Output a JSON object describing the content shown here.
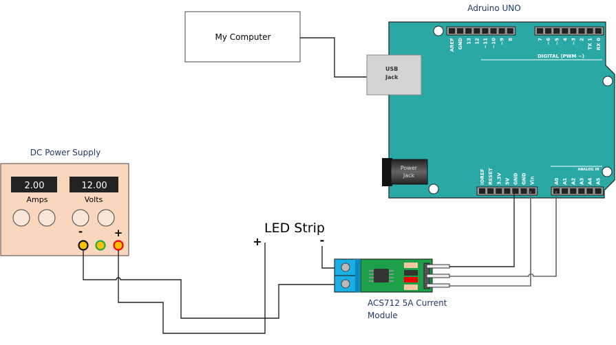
{
  "computer": {
    "label": "My Computer"
  },
  "arduino": {
    "title": "Adruino UNO",
    "usb_jack": [
      "USB",
      "Jack"
    ],
    "power_jack": [
      "Power",
      "Jack"
    ],
    "digital_label": "DIGITAL (PWM ~)",
    "analog_label": "ANALOG IN",
    "top_pins_left": [
      "AREF",
      "GND",
      "13",
      "12",
      "~11",
      "~10",
      "~9",
      "8"
    ],
    "top_pins_right": [
      "7",
      "~6",
      "~5",
      "4",
      "~3",
      "2",
      "TX 1",
      "RX 0"
    ],
    "power_pins": [
      "IOREF",
      "RESET",
      "3.3V",
      "5V",
      "GND",
      "GND",
      "Vin"
    ],
    "analog_pins": [
      "A0",
      "A1",
      "A2",
      "A3",
      "A4",
      "A5"
    ],
    "board_color": "#2aa8a6"
  },
  "power_supply": {
    "title": "DC Power Supply",
    "amps_value": "2.00",
    "amps_label": "Amps",
    "volts_value": "12.00",
    "volts_label": "Volts",
    "minus": "-",
    "plus": "+",
    "panel_color": "#f9d6bc"
  },
  "led_strip": {
    "title": "LED Strip",
    "plus": "+",
    "minus": "-"
  },
  "sensor": {
    "label_line1": "ACS712 5A Current",
    "label_line2": "Module"
  }
}
